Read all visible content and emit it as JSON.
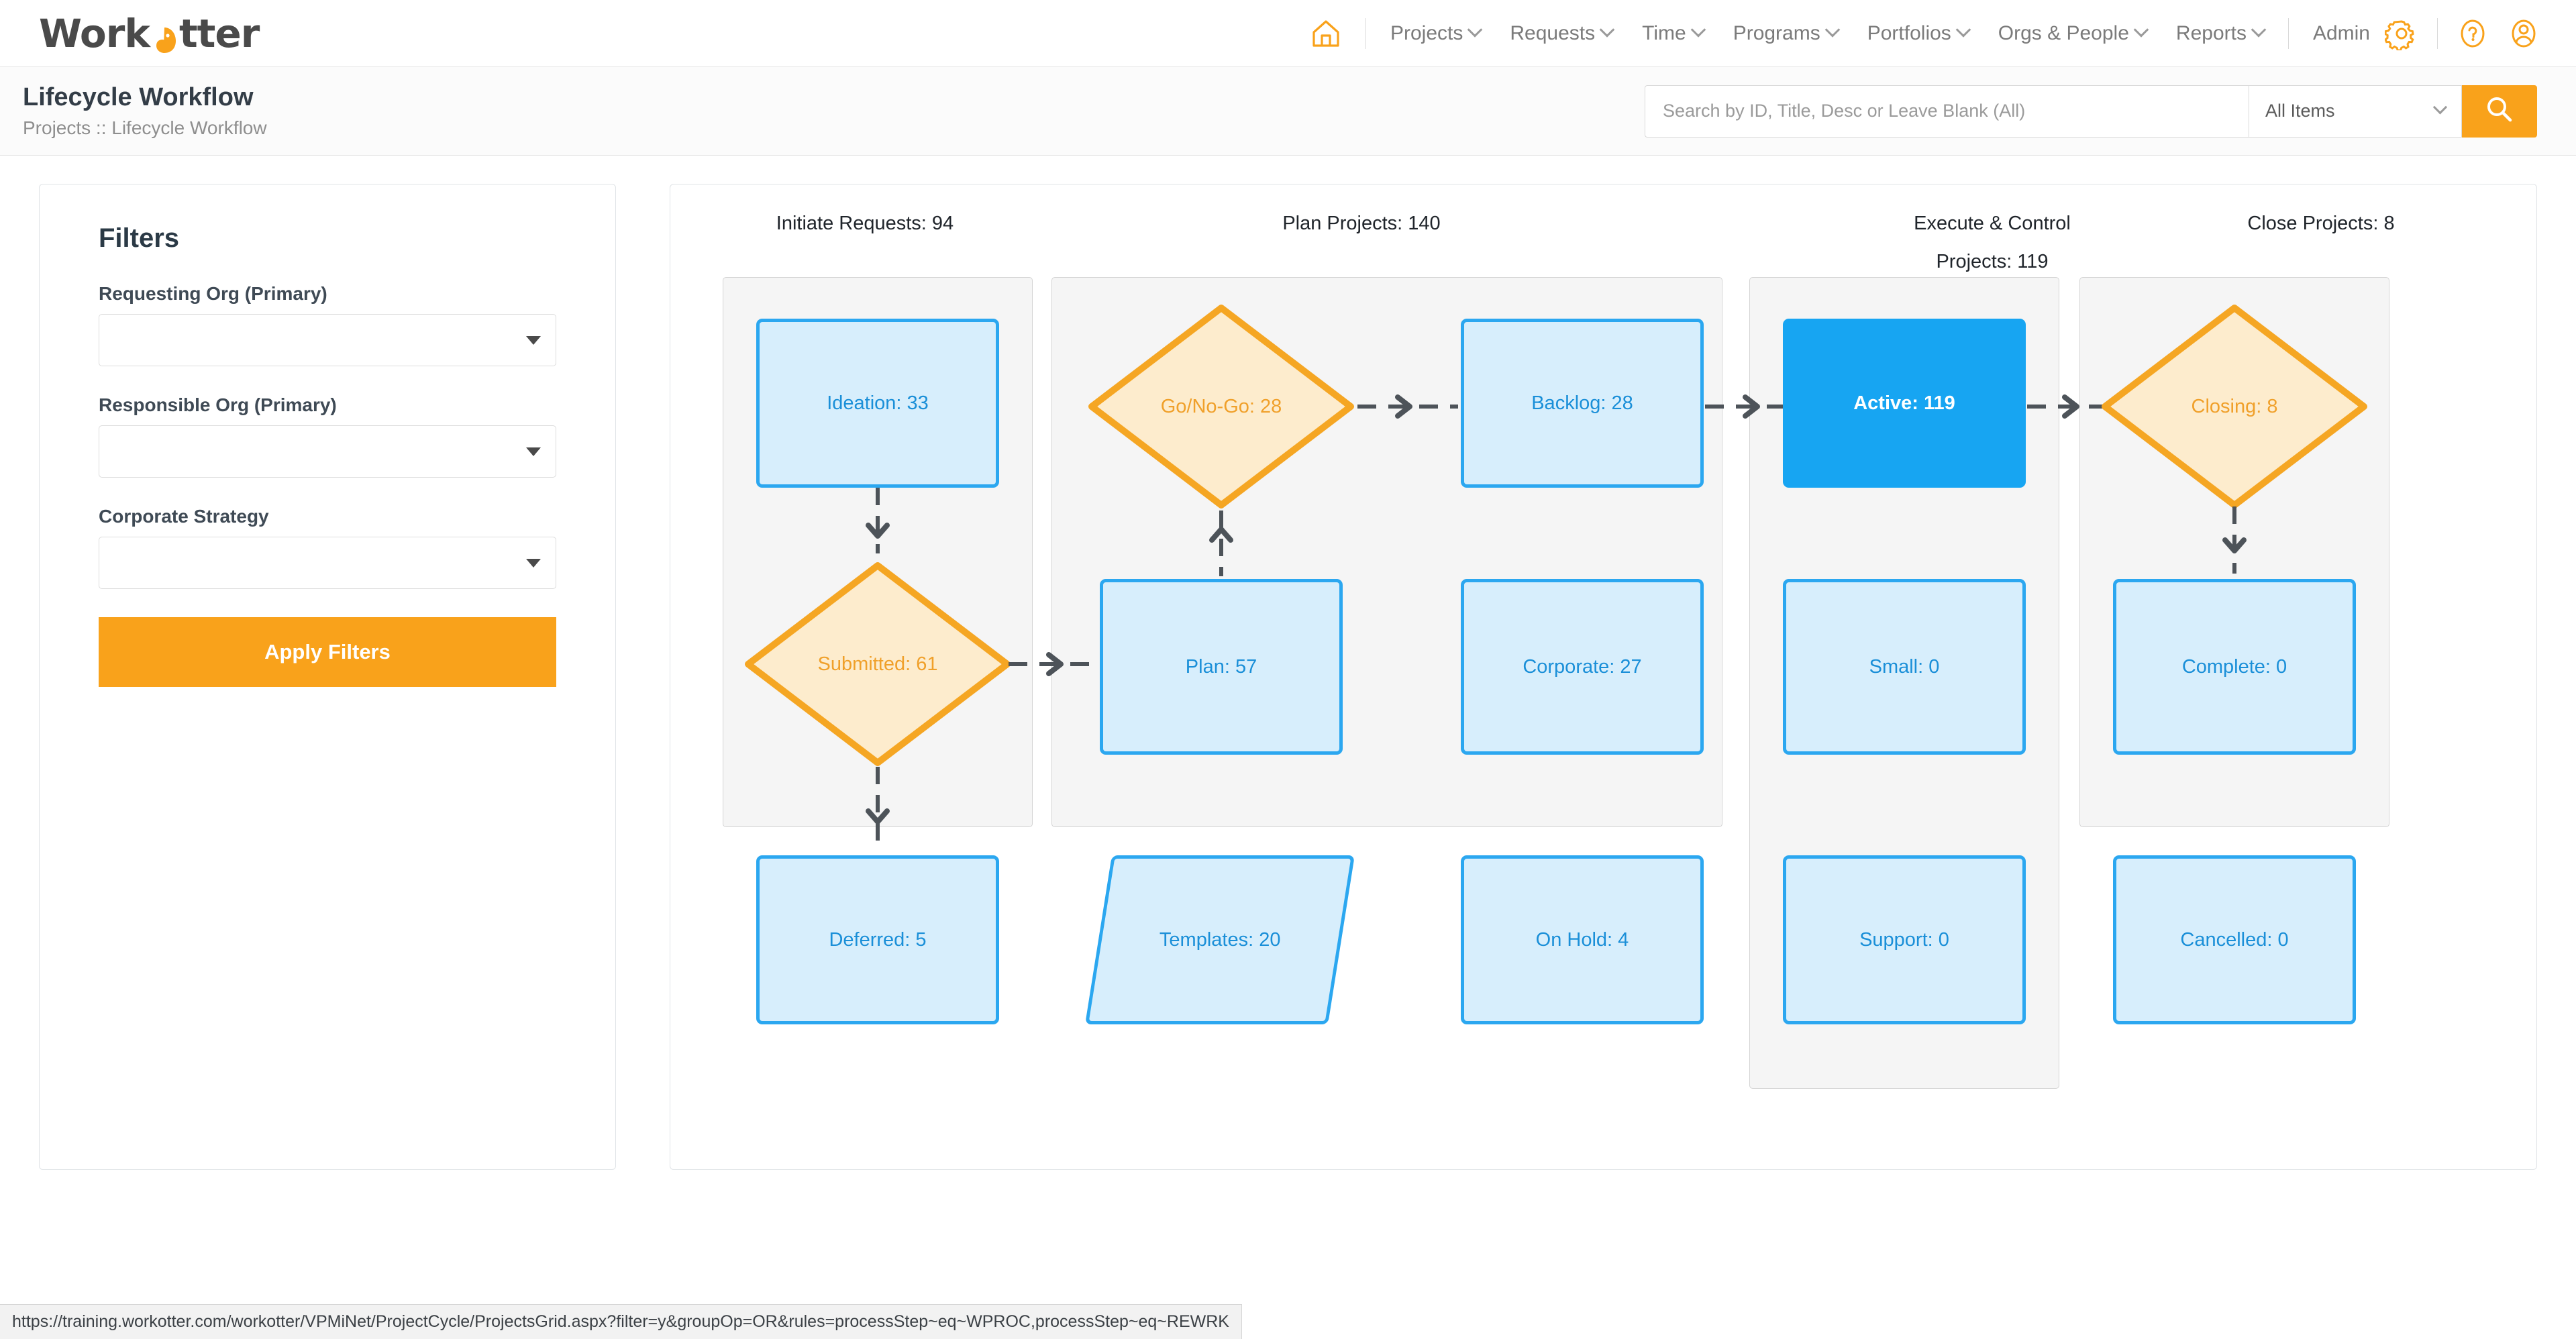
{
  "app": {
    "brand_prefix": "Work",
    "brand_suffix": "tter",
    "brand_full": "WorkOtter"
  },
  "colors": {
    "accent_orange": "#f9a21b",
    "node_blue_border": "#2ba7f0",
    "node_blue_fill": "#d7eefc",
    "node_blue_text": "#1a8fd8",
    "node_active_fill": "#17a5f2",
    "diamond_border": "#f5a623",
    "diamond_fill": "#fdeccd",
    "diamond_text": "#f0a02a",
    "group_fill": "#f5f5f5"
  },
  "nav": {
    "home_icon": "home-icon",
    "items": [
      {
        "label": "Projects",
        "has_caret": true
      },
      {
        "label": "Requests",
        "has_caret": true
      },
      {
        "label": "Time",
        "has_caret": true
      },
      {
        "label": "Programs",
        "has_caret": true
      },
      {
        "label": "Portfolios",
        "has_caret": true
      },
      {
        "label": "Orgs & People",
        "has_caret": true
      },
      {
        "label": "Reports",
        "has_caret": true
      }
    ],
    "admin_label": "Admin",
    "admin_icon": "gear-icon",
    "help_icon": "help-circle-icon",
    "user_icon": "user-avatar-icon"
  },
  "header": {
    "title": "Lifecycle Workflow",
    "breadcrumb": "Projects :: Lifecycle Workflow"
  },
  "search": {
    "placeholder": "Search by ID, Title, Desc or Leave Blank (All)",
    "value": "",
    "scope_selected": "All Items",
    "button_icon": "search-icon"
  },
  "filters": {
    "title": "Filters",
    "fields": [
      {
        "label": "Requesting Org (Primary)",
        "value": ""
      },
      {
        "label": "Responsible Org (Primary)",
        "value": ""
      },
      {
        "label": "Corporate Strategy",
        "value": ""
      }
    ],
    "apply_label": "Apply Filters"
  },
  "workflow": {
    "columns": [
      {
        "head_line1": "Initiate Requests: 94",
        "head_line2": ""
      },
      {
        "head_line1": "Plan Projects: 140",
        "head_line2": ""
      },
      {
        "head_line1": "Execute & Control",
        "head_line2": "Projects: 119"
      },
      {
        "head_line1": "Close Projects: 8",
        "head_line2": ""
      }
    ],
    "nodes": {
      "ideation": "Ideation: 33",
      "submitted": "Submitted: 61",
      "deferred": "Deferred: 5",
      "gonogo": "Go/No-Go: 28",
      "backlog": "Backlog: 28",
      "plan": "Plan: 57",
      "corporate": "Corporate: 27",
      "templates": "Templates: 20",
      "onhold": "On Hold: 4",
      "active": "Active: 119",
      "small": "Small: 0",
      "support": "Support: 0",
      "closing": "Closing: 8",
      "complete": "Complete: 0",
      "cancelled": "Cancelled: 0"
    }
  },
  "chart_data": {
    "type": "diagram",
    "title": "Lifecycle Workflow",
    "stages": [
      {
        "name": "Initiate Requests",
        "total": 94,
        "items": [
          {
            "label": "Ideation",
            "value": 33,
            "shape": "rect"
          },
          {
            "label": "Submitted",
            "value": 61,
            "shape": "diamond"
          },
          {
            "label": "Deferred",
            "value": 5,
            "shape": "rect",
            "outside_group": true
          }
        ]
      },
      {
        "name": "Plan Projects",
        "total": 140,
        "items": [
          {
            "label": "Go/No-Go",
            "value": 28,
            "shape": "diamond"
          },
          {
            "label": "Backlog",
            "value": 28,
            "shape": "rect"
          },
          {
            "label": "Plan",
            "value": 57,
            "shape": "rect"
          },
          {
            "label": "Corporate",
            "value": 27,
            "shape": "rect"
          },
          {
            "label": "Templates",
            "value": 20,
            "shape": "parallelogram",
            "outside_group": true
          },
          {
            "label": "On Hold",
            "value": 4,
            "shape": "rect",
            "outside_group": true
          }
        ]
      },
      {
        "name": "Execute & Control Projects",
        "total": 119,
        "items": [
          {
            "label": "Active",
            "value": 119,
            "shape": "rect",
            "selected": true
          },
          {
            "label": "Small",
            "value": 0,
            "shape": "rect"
          },
          {
            "label": "Support",
            "value": 0,
            "shape": "rect"
          }
        ]
      },
      {
        "name": "Close Projects",
        "total": 8,
        "items": [
          {
            "label": "Closing",
            "value": 8,
            "shape": "diamond"
          },
          {
            "label": "Complete",
            "value": 0,
            "shape": "rect"
          },
          {
            "label": "Cancelled",
            "value": 0,
            "shape": "rect",
            "outside_group": true
          }
        ]
      }
    ],
    "edges": [
      {
        "from": "Ideation",
        "to": "Submitted",
        "dir": "down"
      },
      {
        "from": "Submitted",
        "to": "Deferred",
        "dir": "down"
      },
      {
        "from": "Submitted",
        "to": "Plan",
        "dir": "right"
      },
      {
        "from": "Plan",
        "to": "Go/No-Go",
        "dir": "up"
      },
      {
        "from": "Go/No-Go",
        "to": "Backlog",
        "dir": "right"
      },
      {
        "from": "Backlog",
        "to": "Active",
        "dir": "right"
      },
      {
        "from": "Active",
        "to": "Closing",
        "dir": "right"
      },
      {
        "from": "Closing",
        "to": "Complete",
        "dir": "down"
      }
    ]
  },
  "statusbar": {
    "url": "https://training.workotter.com/workotter/VPMiNet/ProjectCycle/ProjectsGrid.aspx?filter=y&groupOp=OR&rules=processStep~eq~WPROC,processStep~eq~REWRK"
  }
}
